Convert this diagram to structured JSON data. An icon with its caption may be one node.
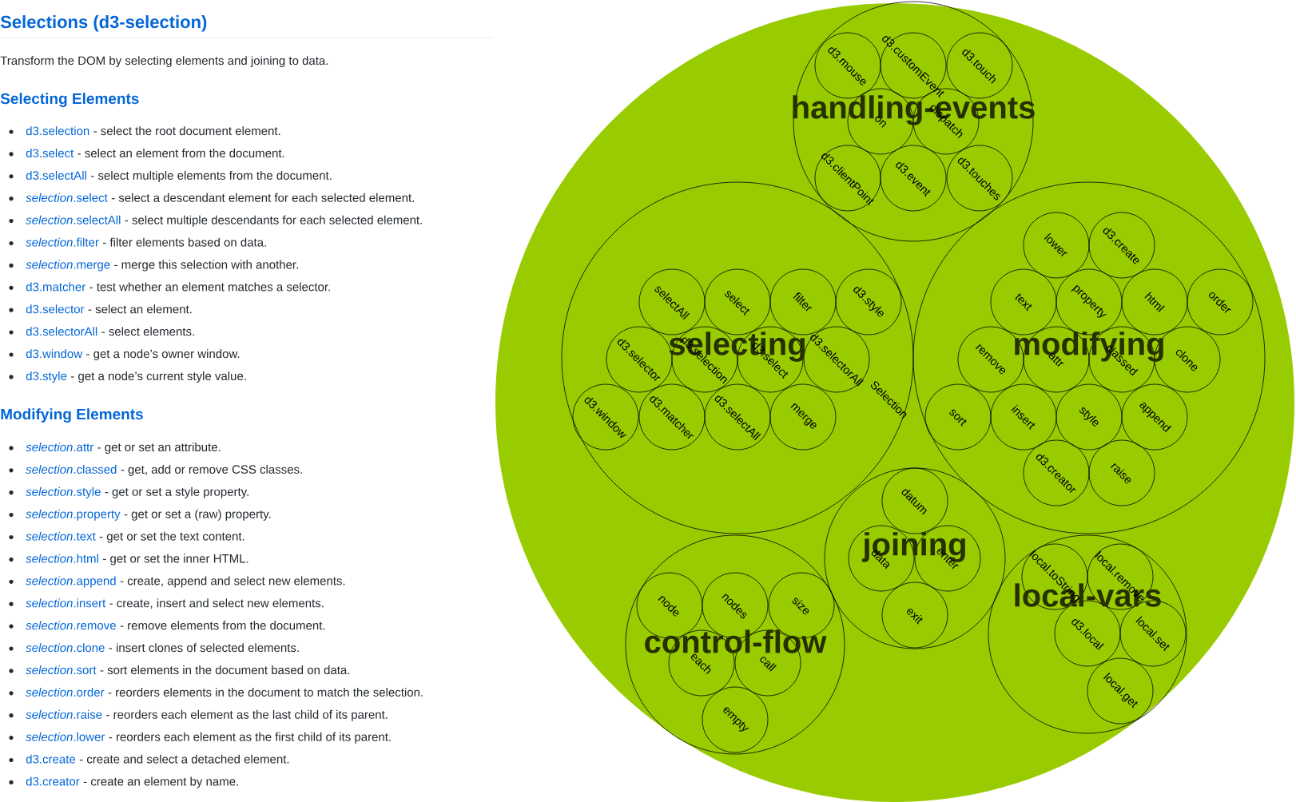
{
  "diagram": {
    "title": "Selections (d3-selection)",
    "nodes": [
      {
        "text": [],
        "shape": "circle"
      },
      {
        "text": [
          "handling-events"
        ],
        "in": 0
      },
      {
        "text": [
          "d3.mouse"
        ],
        "in": 1
      },
      {
        "text": [
          "d3.customEvent"
        ],
        "in": 1
      },
      {
        "text": [
          "d3.touch"
        ],
        "in": 1
      },
      {
        "text": [
          "on"
        ],
        "in": 1
      },
      {
        "text": [
          "dispatch"
        ],
        "in": 1
      },
      {
        "text": [
          "d3.clientPoint"
        ],
        "in": 1
      },
      {
        "text": [
          "d3.event"
        ],
        "in": 1
      },
      {
        "text": [
          "d3.touches"
        ],
        "in": 1
      },
      {
        "text": [
          "selecting"
        ],
        "in": 0
      },
      {
        "text": [
          "selectAll"
        ],
        "in": 10
      },
      {
        "text": [
          "select"
        ],
        "in": 10
      },
      {
        "text": [
          "filter"
        ],
        "in": 10
      },
      {
        "text": [
          "d3.style"
        ],
        "in": 10
      },
      {
        "text": [
          "d3.selector"
        ],
        "in": 10
      },
      {
        "text": [
          "d3.selection"
        ],
        "in": 10
      },
      {
        "text": [
          "d3.select"
        ],
        "in": 10
      },
      {
        "text": [
          "d3.selectorAll"
        ],
        "in": 10
      },
      {
        "text": [
          "d3.window"
        ],
        "in": 10
      },
      {
        "text": [
          "d3.matcher"
        ],
        "in": 10
      },
      {
        "text": [
          "d3.selectAll"
        ],
        "in": 10
      },
      {
        "text": [
          "merge"
        ],
        "in": 10
      },
      {
        "text": [
          "modifying"
        ],
        "in": 0
      },
      {
        "text": [
          "lower"
        ],
        "in": 23
      },
      {
        "text": [
          "d3.create"
        ],
        "in": 23
      },
      {
        "text": [
          "text"
        ],
        "in": 23
      },
      {
        "text": [
          "property"
        ],
        "in": 23
      },
      {
        "text": [
          "html"
        ],
        "in": 23
      },
      {
        "text": [
          "order"
        ],
        "in": 23
      },
      {
        "text": [
          "remove"
        ],
        "in": 23
      },
      {
        "text": [
          "attr"
        ],
        "in": 23
      },
      {
        "text": [
          "classed"
        ],
        "in": 23
      },
      {
        "text": [
          "clone"
        ],
        "in": 23
      },
      {
        "text": [
          "sort"
        ],
        "in": 23
      },
      {
        "text": [
          "insert"
        ],
        "in": 23
      },
      {
        "text": [
          "style"
        ],
        "in": 23
      },
      {
        "text": [
          "append"
        ],
        "in": 23
      },
      {
        "text": [
          "d3.creator"
        ],
        "in": 23
      },
      {
        "text": [
          "raise"
        ],
        "in": 23
      },
      {
        "text": [
          "joining"
        ],
        "in": 0
      },
      {
        "text": [
          "datum"
        ],
        "in": 40
      },
      {
        "text": [
          "data"
        ],
        "in": 40
      },
      {
        "text": [
          "enter"
        ],
        "in": 40
      },
      {
        "text": [
          "exit"
        ],
        "in": 40
      },
      {
        "text": [
          "control-flow"
        ],
        "in": 0
      },
      {
        "text": [
          "node"
        ],
        "in": 45
      },
      {
        "text": [
          "nodes"
        ],
        "in": 45
      },
      {
        "text": [
          "size"
        ],
        "in": 45
      },
      {
        "text": [
          "each"
        ],
        "in": 45
      },
      {
        "text": [
          "call"
        ],
        "in": 45
      },
      {
        "text": [
          "empty"
        ],
        "in": 45
      },
      {
        "text": [
          "local-vars"
        ],
        "in": 0
      },
      {
        "text": [
          "local.toString"
        ],
        "in": 52
      },
      {
        "text": [
          "local.remove"
        ],
        "in": 52
      },
      {
        "text": [
          "d3.local"
        ],
        "in": 52
      },
      {
        "text": [
          "local.set"
        ],
        "in": 52
      },
      {
        "text": [
          "local.get"
        ],
        "in": 52
      }
    ],
    "labels": [
      "Transform the DOM by selecting elements and joining to data.",
      "Selecting Elements",
      "d3.selection",
      "- select the root document element.",
      "d3.select",
      "- select an element from the document.",
      "d3.selectAll",
      "- select multiple elements from the document.",
      "*selection*.select",
      "- select a descendant element for each selected element.",
      "*selection*.selectAll",
      "- select multiple descendants for each selected element.",
      "*selection*.filter",
      "- filter elements based on data.",
      "*selection*.merge",
      "- merge this selection with another.",
      "d3.matcher",
      "- test whether an element matches a selector.",
      "d3.selector",
      "- select an element.",
      "d3.selectorAll",
      "- select elements.",
      "d3.window",
      "- get a node’s owner window.",
      "d3.style",
      "- get a node’s current style value.",
      "Modifying Elements",
      "*selection*.attr",
      "- get or set an attribute.",
      "*selection*.classed",
      "- get, add or remove CSS classes.",
      "*selection*.style",
      "- get or set a style property.",
      "*selection*.property",
      "- get or set a (raw) property.",
      "*selection*.text",
      "- get or set the text content.",
      "*selection*.html",
      "- get or set the inner HTML.",
      "*selection*.append",
      "- create, append and select new elements.",
      "*selection*.insert",
      "- create, insert and select new elements.",
      "*selection*.remove",
      "- remove elements from the document.",
      "*selection*.clone",
      "- insert clones of selected elements.",
      "*selection*.sort",
      "- sort elements in the document based on data.",
      "*selection*.order",
      "- reorders elements in the document to match the selection.",
      "*selection*.raise",
      "- reorders each element as the last child of its parent.",
      "*selection*.lower",
      "- reorders each element as the first child of its parent.",
      "d3.create",
      "- create and select a detached element.",
      "d3.creator",
      "- create an element by name.",
      "Selection"
    ]
  }
}
